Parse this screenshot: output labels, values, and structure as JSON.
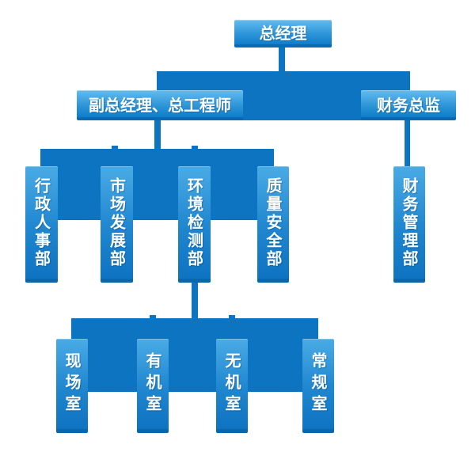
{
  "colors": {
    "connector": "#0c74c1",
    "box_gradient_top": "#63bcee",
    "box_gradient_bottom": "#0f7dca",
    "box_bottom_edge": "#0a6ab3",
    "vertical_box_gradient_top": "#4aabe5",
    "vertical_box_gradient_bottom": "#0e73c1",
    "vertical_box_bottom_edge": "#0b67ac",
    "text": "#ffffff",
    "background": "#ffffff"
  },
  "org": {
    "root": {
      "label": "总经理"
    },
    "level2": [
      {
        "label": "副总经理、总工程师"
      },
      {
        "label": "财务总监"
      }
    ],
    "level3": [
      {
        "label": "行政人事部"
      },
      {
        "label": "市场发展部"
      },
      {
        "label": "环境检测部"
      },
      {
        "label": "质量安全部"
      },
      {
        "label": "财务管理部"
      }
    ],
    "level4": [
      {
        "label": "现场室"
      },
      {
        "label": "有机室"
      },
      {
        "label": "无机室"
      },
      {
        "label": "常规室"
      }
    ]
  }
}
